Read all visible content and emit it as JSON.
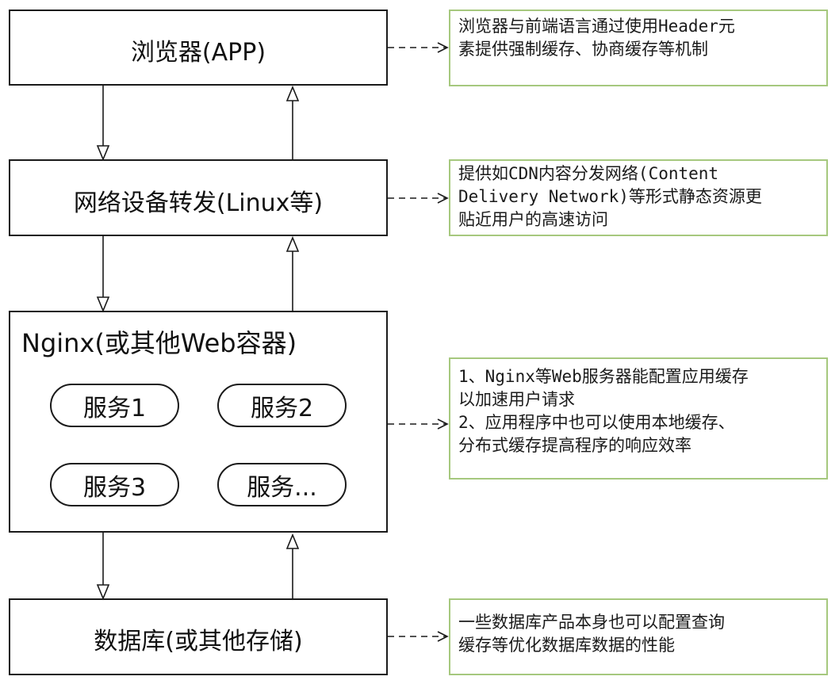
{
  "layers": {
    "browser": "浏览器(APP)",
    "network": "网络设备转发(Linux等)",
    "server": "Nginx(或其他Web容器)",
    "database": "数据库(或其他存储)"
  },
  "services": [
    "服务1",
    "服务2",
    "服务3",
    "服务..."
  ],
  "notes": {
    "browser": [
      "浏览器与前端语言通过使用Header元",
      "素提供强制缓存、协商缓存等机制"
    ],
    "network": [
      "提供如CDN内容分发网络(Content",
      "Delivery Network)等形式静态资源更",
      "贴近用户的高速访问"
    ],
    "server": [
      "1、Nginx等Web服务器能配置应用缓存",
      "以加速用户请求",
      "2、应用程序中也可以使用本地缓存、",
      "分布式缓存提高程序的响应效率"
    ],
    "database": [
      "一些数据库产品本身也可以配置查询",
      "缓存等优化数据库数据的性能"
    ]
  },
  "colors": {
    "box_border": "#1a1a1a",
    "note_border": "#a6c87e",
    "arrow": "#1a1a1a"
  }
}
